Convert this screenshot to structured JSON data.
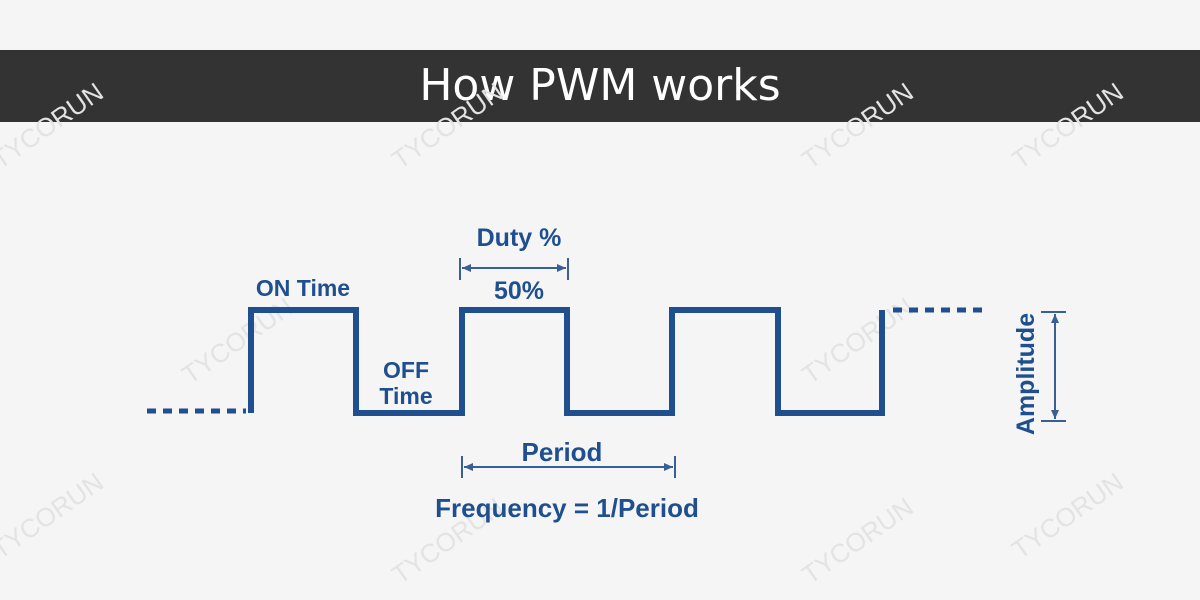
{
  "header": {
    "title": "How PWM works"
  },
  "watermark": "TYCORUN",
  "diagram": {
    "labels": {
      "on_time": "ON Time",
      "off_time_line1": "OFF",
      "off_time_line2": "Time",
      "duty": "Duty %",
      "duty_value": "50%",
      "period": "Period",
      "frequency": "Frequency = 1/Period",
      "amplitude": "Amplitude"
    },
    "duty_cycle_percent": 50,
    "colors": {
      "wave": "#1f4f8f",
      "header": "#333333",
      "arrow": "#3a5f95"
    }
  }
}
